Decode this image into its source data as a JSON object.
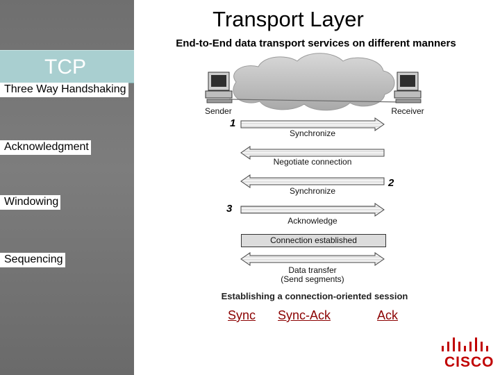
{
  "title": "Transport Layer",
  "subtitle": "End-to-End data transport services on different manners",
  "sidebar": {
    "heading": "TCP",
    "items": [
      "Three Way Handshaking",
      "Acknowledgment",
      "Windowing",
      "Sequencing"
    ]
  },
  "diagram": {
    "sender_label": "Sender",
    "receiver_label": "Receiver",
    "step_numbers": [
      "1",
      "2",
      "3"
    ],
    "captions": {
      "synchronize_1": "Synchronize",
      "negotiate": "Negotiate connection",
      "synchronize_2": "Synchronize",
      "acknowledge": "Acknowledge",
      "connection_established": "Connection established",
      "data_transfer_line1": "Data transfer",
      "data_transfer_line2": "(Send segments)"
    },
    "footer_caption": "Establishing a connection-oriented session"
  },
  "handshake_steps": [
    "Sync",
    "Sync-Ack",
    "Ack"
  ],
  "logo": {
    "text": "CISCO",
    "color": "#c00000"
  },
  "colors": {
    "sidebar": "#777777",
    "tcp_box": "#a9cfd0",
    "step_text": "#8b0000"
  }
}
